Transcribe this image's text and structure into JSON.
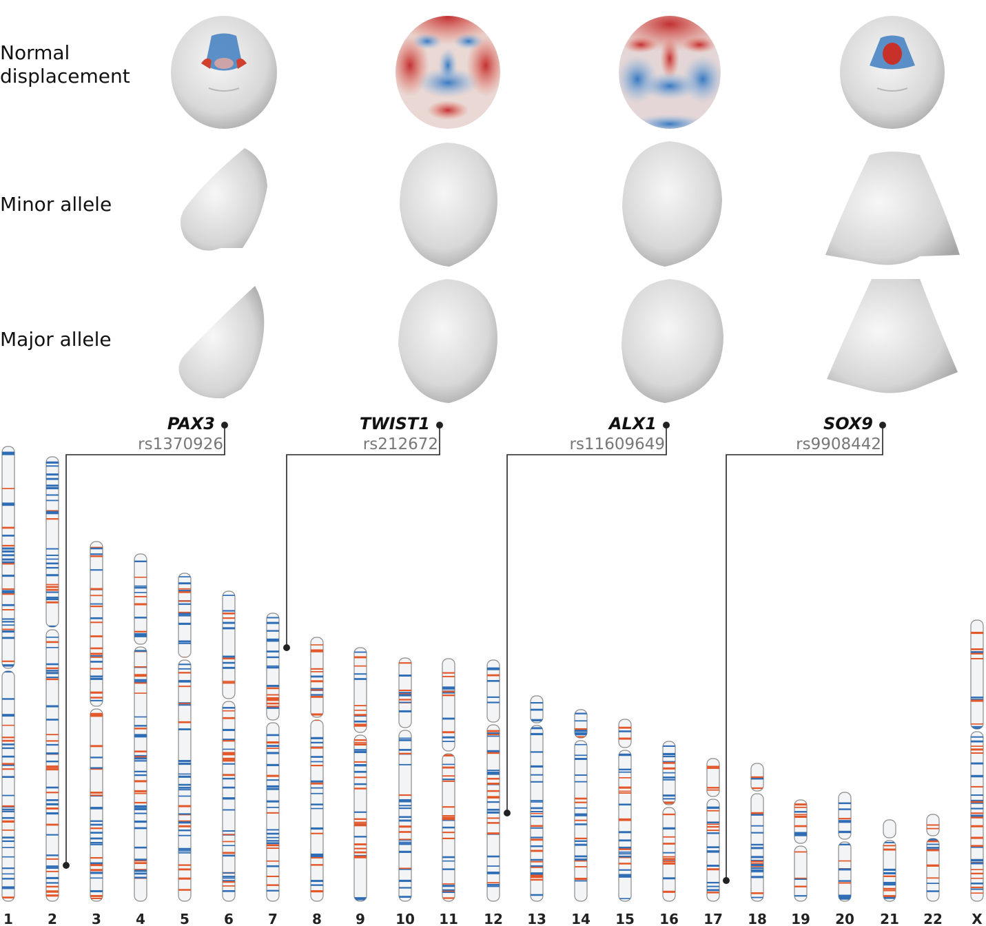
{
  "row_labels": {
    "normal_displacement": [
      "Normal",
      "displacement"
    ],
    "minor_allele": "Minor allele",
    "major_allele": "Major allele"
  },
  "loci": [
    {
      "gene": "PAX3",
      "snp": "rs1370926",
      "chromosome": "2",
      "heatmap": "nose"
    },
    {
      "gene": "TWIST1",
      "snp": "rs212672",
      "chromosome": "7",
      "heatmap": "face"
    },
    {
      "gene": "ALX1",
      "snp": "rs11609649",
      "chromosome": "12",
      "heatmap": "face"
    },
    {
      "gene": "SOX9",
      "snp": "rs9908442",
      "chromosome": "17",
      "heatmap": "nose"
    }
  ],
  "chromosomes": [
    "1",
    "2",
    "3",
    "4",
    "5",
    "6",
    "7",
    "8",
    "9",
    "10",
    "11",
    "12",
    "13",
    "14",
    "15",
    "16",
    "17",
    "18",
    "19",
    "20",
    "21",
    "22",
    "X"
  ],
  "colors": {
    "band_blue": "#2f6db5",
    "band_orange": "#e2582a",
    "heat_red": "#c83a2e",
    "heat_blue": "#3f7fc0",
    "face_grey": "#dcdcdc",
    "connector": "#222222"
  }
}
